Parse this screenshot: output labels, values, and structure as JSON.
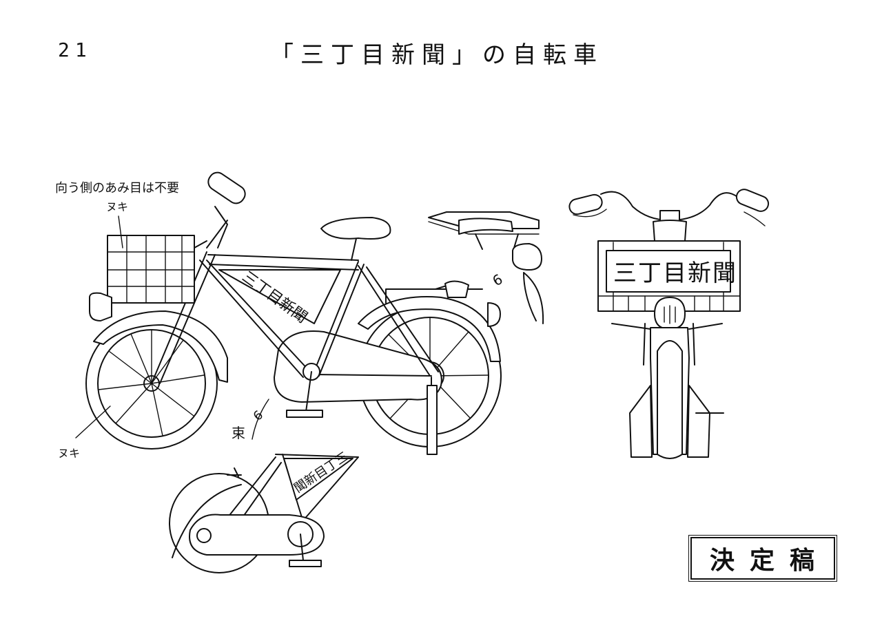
{
  "sheet": {
    "page_number": "21",
    "title": "「三丁目新聞」の自転車",
    "status": "決定稿"
  },
  "annotations": {
    "basket_note": "向う側のあみ目は不要",
    "basket_nuki": "ヌキ",
    "wheel_nuki": "ヌキ",
    "bundle_label": "束",
    "bundle_mark": "6",
    "rack_mark": "6"
  },
  "frame_sign": "三丁目新聞",
  "frame_sign_mirrored": "聞新目丁三",
  "front_basket_sign": "三丁目新聞"
}
